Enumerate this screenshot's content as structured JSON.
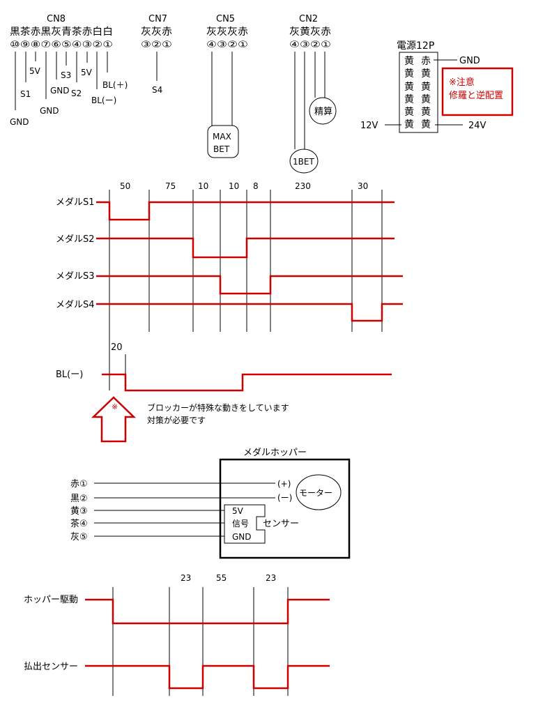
{
  "connectors": {
    "cn8": {
      "title": "CN8",
      "colors": "黒茶赤黒灰青茶赤白白",
      "pins": "⑩⑨⑧⑦⑥⑤④③②①",
      "labels": {
        "gnd1": "GND",
        "s1": "S1",
        "v5a": "5V",
        "gnd2": "GND",
        "gnd3": "GND",
        "s3": "S3",
        "s2": "S2",
        "v5b": "5V",
        "bl_minus": "BL(ー)",
        "bl_plus": "BL(＋)"
      }
    },
    "cn7": {
      "title": "CN7",
      "colors": "灰灰赤",
      "pins": "③②①",
      "s4": "S4"
    },
    "cn5": {
      "title": "CN5",
      "colors": "灰灰灰赤",
      "pins": "④③②①",
      "maxbet_1": "MAX",
      "maxbet_2": "BET"
    },
    "cn2": {
      "title": "CN2",
      "colors": "灰黄灰赤",
      "pins": "④③②①",
      "onebet": "1BET",
      "seisan": "精算"
    }
  },
  "power": {
    "title": "電源12P",
    "rows": [
      [
        "黄",
        "赤"
      ],
      [
        "黄",
        "黄"
      ],
      [
        "黄",
        "黄"
      ],
      [
        "黄",
        "黄"
      ],
      [
        "黄",
        "黄"
      ],
      [
        "黄",
        "黄"
      ]
    ],
    "gnd": "GND",
    "v12": "12V",
    "v24": "24V",
    "note_1": "※注意",
    "note_2": "修羅と逆配置",
    "note_color": "#cc0000"
  },
  "timing1": {
    "intervals": [
      "50",
      "75",
      "10",
      "10",
      "8",
      "230",
      "30"
    ],
    "signals": [
      "メダルS1",
      "メダルS2",
      "メダルS3",
      "メダルS4"
    ],
    "bl_label": "BL(ー)",
    "bl_delay": "20",
    "callout_mark": "※",
    "callout_1": "ブロッカーが特殊な動きをしています",
    "callout_2": "対策が必要です",
    "signal_color": "#cc0000"
  },
  "hopper": {
    "title": "メダルホッパー",
    "wires": [
      "赤①",
      "黒②",
      "黄③",
      "茶④",
      "灰⑤"
    ],
    "motor_plus": "(+)",
    "motor_minus": "(ー)",
    "motor": "モーター",
    "sensor_pins": [
      "5V",
      "信号",
      "GND"
    ],
    "sensor": "センサー"
  },
  "timing2": {
    "intervals": [
      "23",
      "55",
      "23"
    ],
    "signals": [
      "ホッパー駆動",
      "払出センサー"
    ]
  }
}
